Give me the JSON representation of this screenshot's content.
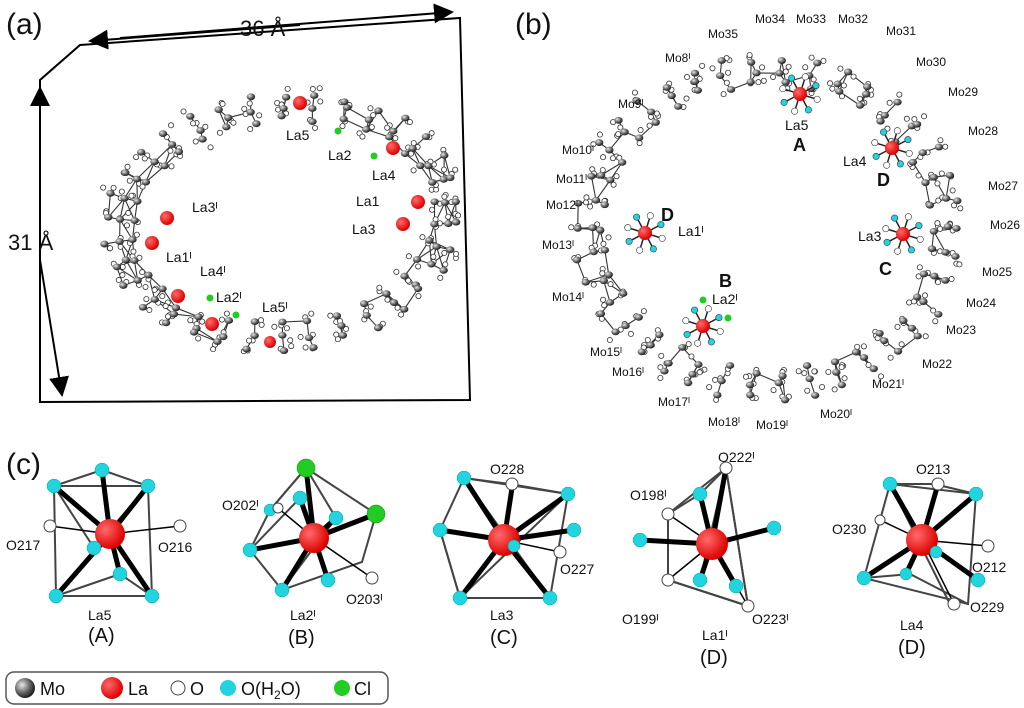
{
  "panels": {
    "a": {
      "tag": "(a)",
      "width_label": "36 Å",
      "height_label": "31 Å",
      "atoms": [
        "La5",
        "La2",
        "La4",
        "La1",
        "La3",
        "La3ᴵ",
        "La1ᴵ",
        "La4ᴵ",
        "La2ᴵ",
        "La5ᴵ"
      ]
    },
    "b": {
      "tag": "(b)",
      "mo_labels": [
        "Mo34",
        "Mo33",
        "Mo32",
        "Mo31",
        "Mo35",
        "Mo8ᴵ",
        "Mo30",
        "Mo29",
        "Mo9ᴵ",
        "Mo28",
        "Mo10ᴵ",
        "Mo11ᴵ",
        "Mo27",
        "Mo12ᴵ",
        "Mo26",
        "Mo13ᴵ",
        "Mo25",
        "Mo14ᴵ",
        "Mo24",
        "Mo23",
        "Mo15ᴵ",
        "Mo16ᴵ",
        "Mo22",
        "Mo21ᴵ",
        "Mo17ᴵ",
        "Mo18ᴵ",
        "Mo19ᴵ",
        "Mo20ᴵ"
      ],
      "la_labels": [
        "La5",
        "La4",
        "La3",
        "La1ᴵ",
        "La2ᴵ"
      ],
      "site_labels": [
        "A",
        "D",
        "C",
        "D",
        "B"
      ]
    },
    "c": {
      "tag": "(c)",
      "polyhedra": [
        {
          "name": "La5",
          "site": "(A)",
          "o_labels": [
            "O217",
            "O216"
          ]
        },
        {
          "name": "La2ᴵ",
          "site": "(B)",
          "o_labels": [
            "O202ᴵ",
            "O203ᴵ"
          ]
        },
        {
          "name": "La3",
          "site": "(C)",
          "o_labels": [
            "O228",
            "O227"
          ]
        },
        {
          "name": "La1ᴵ",
          "site": "(D)",
          "o_labels": [
            "O222ᴵ",
            "O198ᴵ",
            "O199ᴵ",
            "O223ᴵ"
          ]
        },
        {
          "name": "La4",
          "site": "(D)",
          "o_labels": [
            "O213",
            "O230",
            "O212",
            "O229"
          ]
        }
      ]
    }
  },
  "legend": [
    {
      "label": "Mo",
      "color": "#555555"
    },
    {
      "label": "La",
      "color": "#ee1111"
    },
    {
      "label": "O",
      "color": "#ffffff"
    },
    {
      "label": "O(H2O)",
      "color": "#22d3e0"
    },
    {
      "label": "Cl",
      "color": "#22cc22"
    }
  ]
}
